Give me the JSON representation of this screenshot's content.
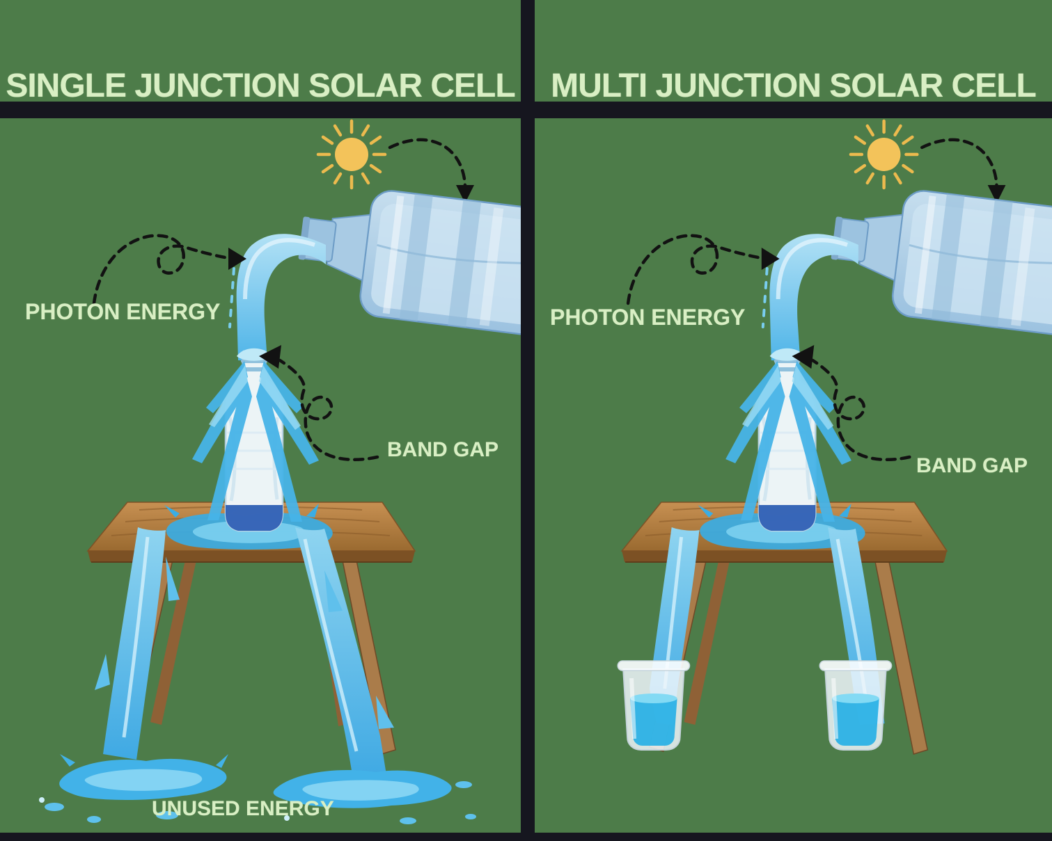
{
  "panels": [
    {
      "id": "single-junction",
      "title": "SINGLE JUNCTION SOLAR CELL",
      "labels": {
        "photon_energy": "PHOTON ENERGY",
        "band_gap": "BAND GAP",
        "unused_energy": "UNUSED ENERGY"
      }
    },
    {
      "id": "multi-junction",
      "title": "MULTI JUNCTION SOLAR CELL",
      "labels": {
        "photon_energy": "PHOTON ENERGY",
        "band_gap": "BAND GAP"
      }
    }
  ],
  "icons": {
    "sun-icon": "☀",
    "dashed-arrow-icon": "➤"
  },
  "colors": {
    "panel_background": "#4d7c49",
    "frame_black": "#16161f",
    "text_green": "#d9efc4",
    "sun_yellow": "#f2c14e",
    "water_blue": "#45b3e8",
    "water_light": "#9bdcf5",
    "jug_blue": "#b7d4e9",
    "table_wood": "#b5783c",
    "bottle_base_blue": "#2457b0",
    "beaker_water": "#27b0e5"
  }
}
